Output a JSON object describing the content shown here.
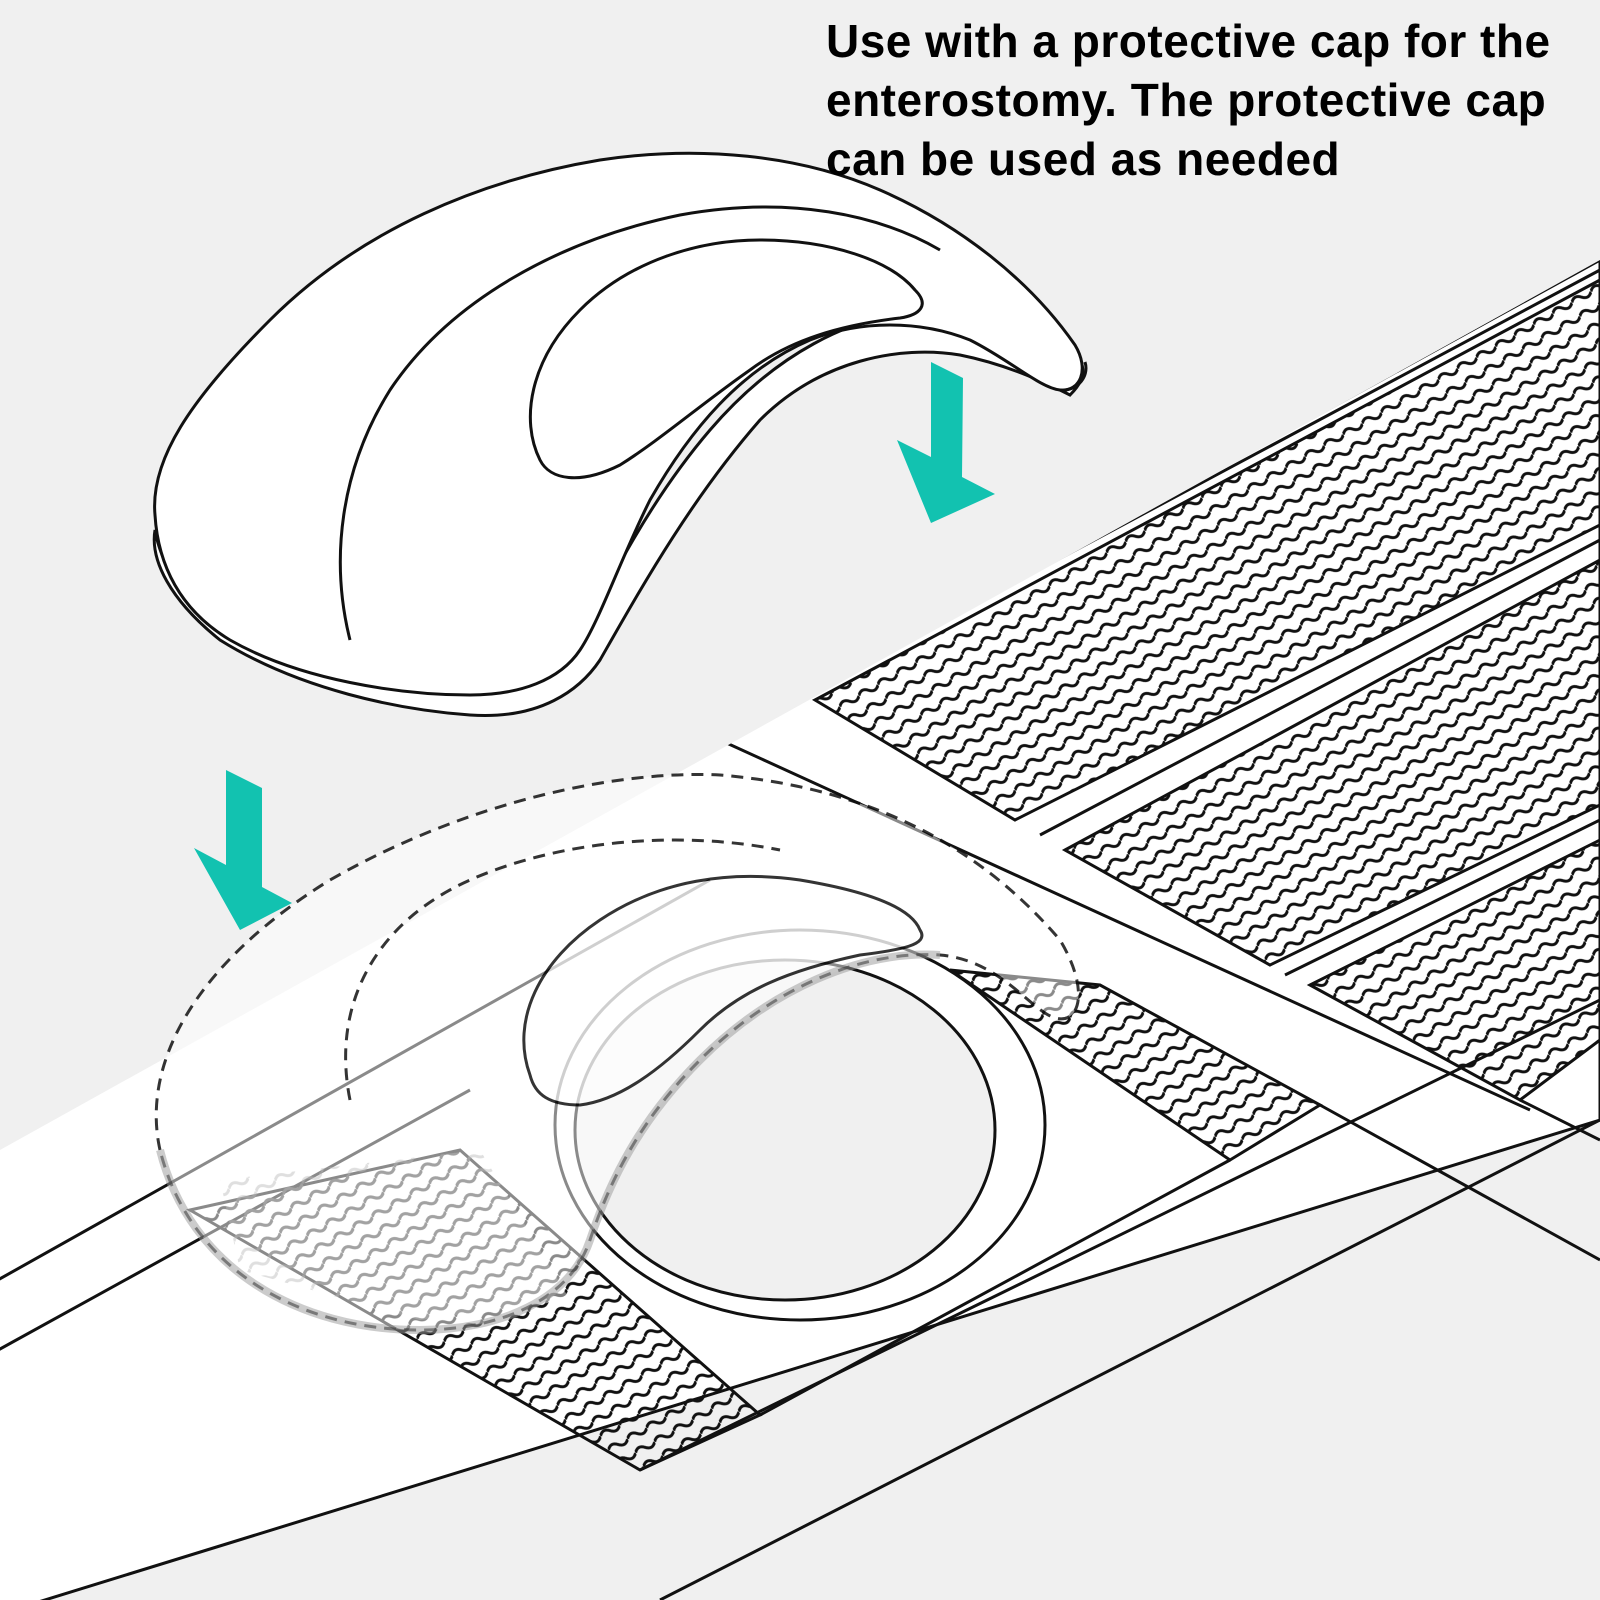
{
  "caption": {
    "lines": [
      "Use with a protective cap for the",
      "enterostomy. The protective cap",
      "can be used as needed"
    ]
  },
  "colors": {
    "background": "#f0f0f0",
    "line": "#111111",
    "arrow": "#12c2b0",
    "fill": "#ffffff",
    "ghost": "#bbbbbb"
  },
  "icons": [
    "down-arrow-icon",
    "down-arrow-icon"
  ]
}
